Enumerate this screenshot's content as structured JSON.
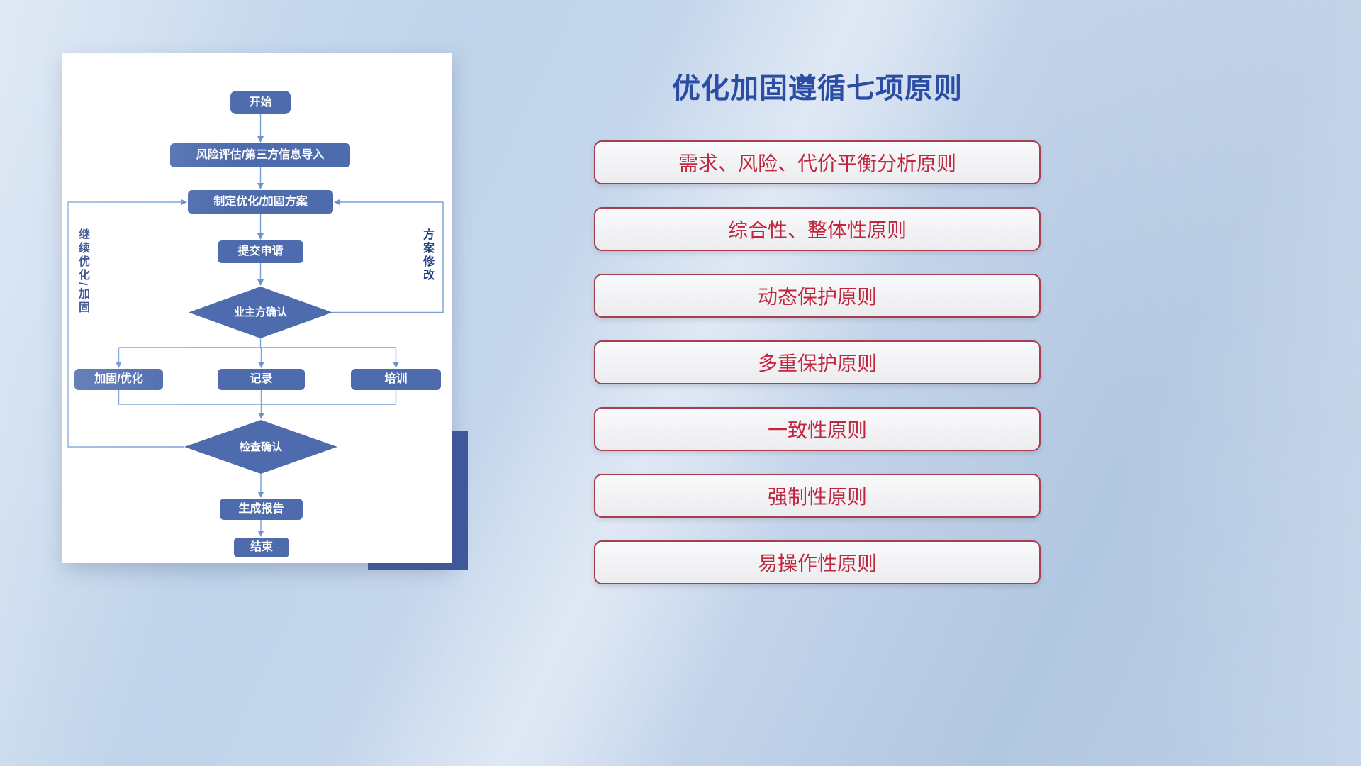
{
  "slide": {
    "title": "优化加固遵循七项原则",
    "principles": [
      "需求、风险、代价平衡分析原则",
      "综合性、整体性原则",
      "动态保护原则",
      "多重保护原则",
      "一致性原则",
      "强制性原则",
      "易操作性原则"
    ]
  },
  "flowchart": {
    "nodes": {
      "start": "开始",
      "risk_import": "风险评估/第三方信息导入",
      "make_plan": "制定优化/加固方案",
      "submit": "提交申请",
      "owner_confirm": "业主方确认",
      "reinforce": "加固/优化",
      "record": "记录",
      "training": "培训",
      "check_confirm": "检查确认",
      "report": "生成报告",
      "end": "结束"
    },
    "edge_labels": {
      "continue_loop": "继续优化/加固",
      "modify_plan": "方案修改"
    }
  },
  "colors": {
    "title_blue": "#2b4da3",
    "node_blue": "#4d6bad",
    "connector_blue": "#7aa0d4",
    "principle_text_red": "#c0273e",
    "principle_border_red": "#a63e52",
    "accent_block_navy": "#41589b"
  }
}
